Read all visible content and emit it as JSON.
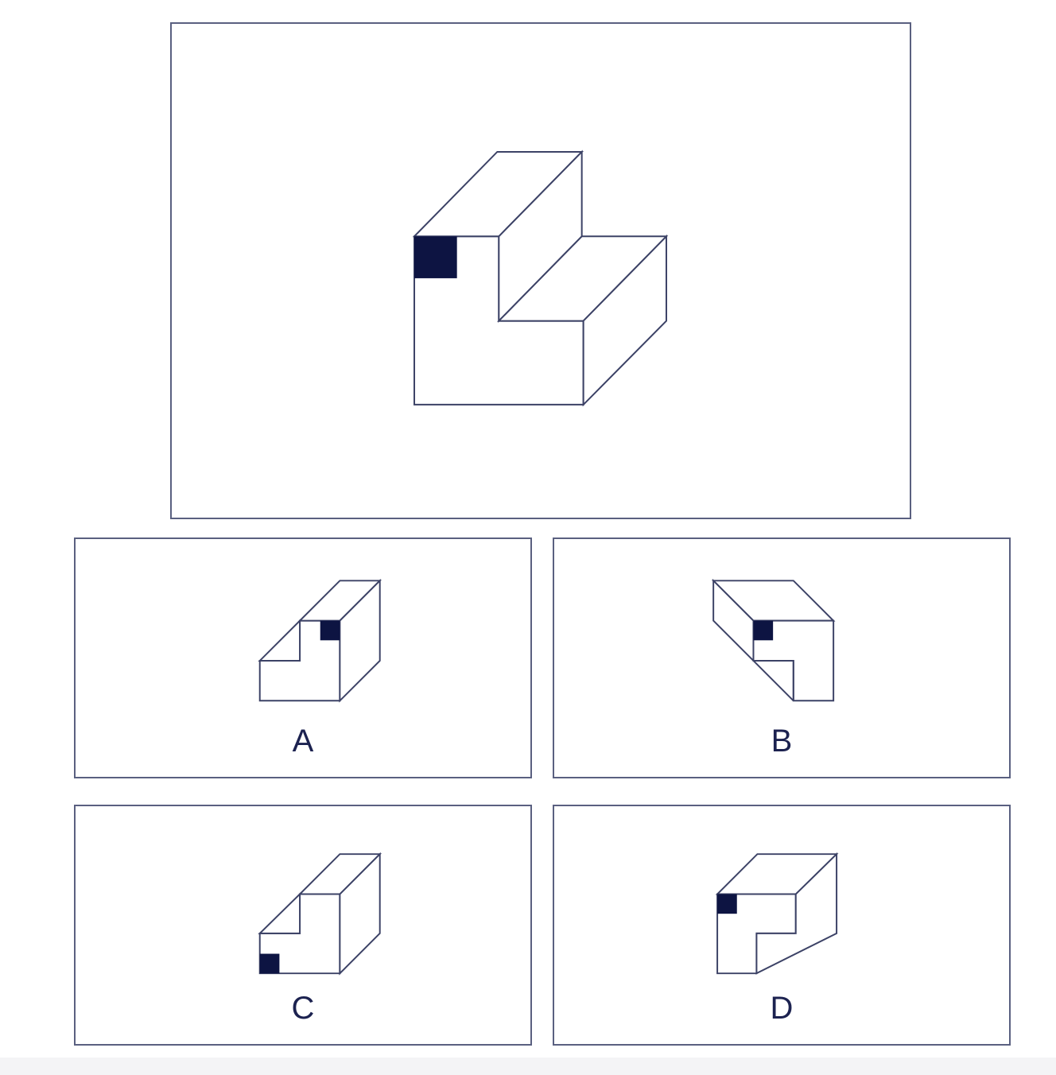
{
  "question": {
    "figure": "l-shaped-step-block-with-black-square"
  },
  "options": [
    {
      "label": "A"
    },
    {
      "label": "B"
    },
    {
      "label": "C"
    },
    {
      "label": "D"
    }
  ],
  "colors": {
    "line": "#3c4266",
    "mark": "#0d1442",
    "border": "#5a6080"
  }
}
